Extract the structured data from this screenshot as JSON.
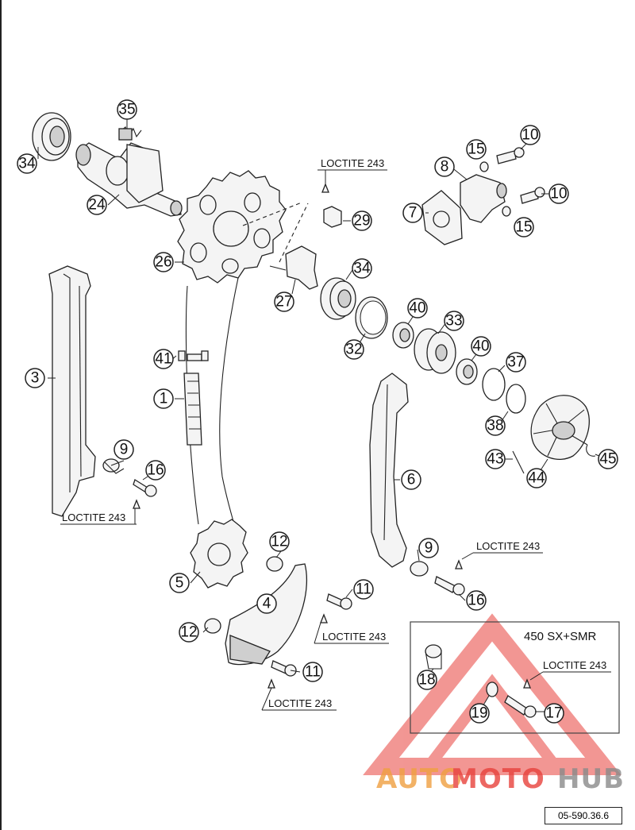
{
  "callouts": {
    "c35": "35",
    "c34a": "34",
    "c24": "24",
    "c26": "26",
    "c29": "29",
    "c27": "27",
    "c8": "8",
    "c10a": "10",
    "c10b": "10",
    "c15a": "15",
    "c15b": "15",
    "c7": "7",
    "c34b": "34",
    "c40a": "40",
    "c33": "33",
    "c32": "32",
    "c40b": "40",
    "c37": "37",
    "c38": "38",
    "c43": "43",
    "c44": "44",
    "c45": "45",
    "c3": "3",
    "c41": "41",
    "c1": "1",
    "c9a": "9",
    "c16a": "16",
    "c6": "6",
    "c12a": "12",
    "c5": "5",
    "c4": "4",
    "c11a": "11",
    "c12b": "12",
    "c11b": "11",
    "c9b": "9",
    "c16b": "16",
    "c18": "18",
    "c19": "19",
    "c17": "17"
  },
  "labels": {
    "loctite_29": "LOCTITE 243",
    "loctite_16a": "LOCTITE 243",
    "loctite_16b": "LOCTITE 243",
    "loctite_11a": "LOCTITE 243",
    "loctite_11b": "LOCTITE 243",
    "loctite_inset": "LOCTITE 243"
  },
  "inset": {
    "title": "450 SX+SMR"
  },
  "watermark": {
    "part1": "AUTO",
    "part2": "MOTO",
    "part3": "HUB",
    "color_red": "#e8423c",
    "color_orange": "#f0a040",
    "color_gray": "#8a8a8a"
  },
  "reference_number": "05-590.36.6"
}
